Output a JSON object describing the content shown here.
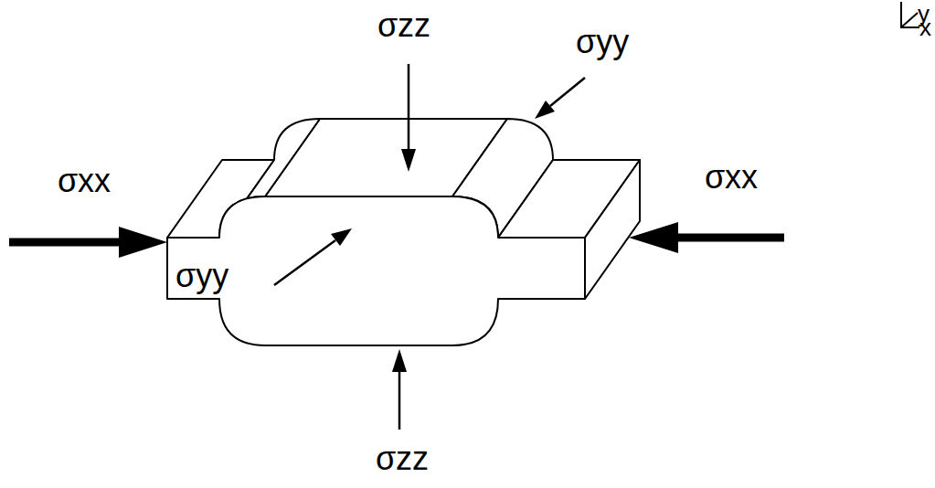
{
  "diagram": {
    "labels": [
      "σzz",
      "σyy",
      "y",
      "x",
      "σxx",
      "σxx",
      "σyy",
      "σzz"
    ]
  }
}
